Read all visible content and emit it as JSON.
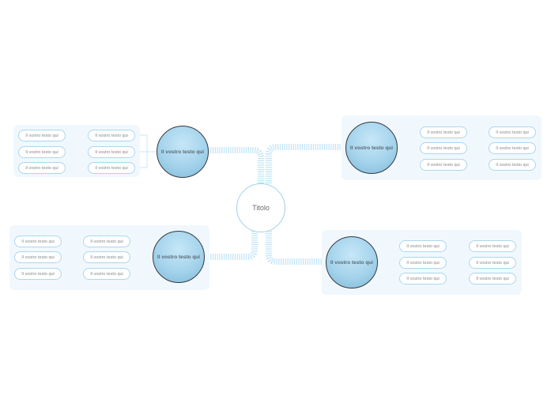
{
  "central": {
    "label": "Titolo"
  },
  "branches": [
    {
      "id": "top-left",
      "topic": "Il vostro testo qui",
      "children": [
        {
          "label": "Il vostro testo qui",
          "sub": "Il vostro testo qui"
        },
        {
          "label": "Il vostro testo qui",
          "sub": "Il vostro testo qui"
        },
        {
          "label": "Il vostro testo qui",
          "sub": "Il vostro testo qui"
        }
      ]
    },
    {
      "id": "top-right",
      "topic": "Il vostro testo qui",
      "children": [
        {
          "label": "Il vostro testo qui",
          "sub": "Il vostro testo qui"
        },
        {
          "label": "Il vostro testo qui",
          "sub": "Il vostro testo qui"
        },
        {
          "label": "Il vostro testo qui",
          "sub": "Il vostro testo qui"
        }
      ]
    },
    {
      "id": "bottom-left",
      "topic": "Il vostro testo qui",
      "children": [
        {
          "label": "Il vostro testo qui",
          "sub": "Il vostro testo qui"
        },
        {
          "label": "Il vostro testo qui",
          "sub": "Il vostro testo qui"
        },
        {
          "label": "Il vostro testo qui",
          "sub": "Il vostro testo qui"
        }
      ]
    },
    {
      "id": "bottom-right",
      "topic": "Il vostro testo qui",
      "children": [
        {
          "label": "Il vostro testo qui",
          "sub": "Il vostro testo qui"
        },
        {
          "label": "Il vostro testo qui",
          "sub": "Il vostro testo qui"
        },
        {
          "label": "Il vostro testo qui",
          "sub": "Il vostro testo qui"
        }
      ]
    }
  ],
  "colors": {
    "connector": "#bfe3f5",
    "pill_border": "#a9d7ee",
    "panel": "#f1f8fd",
    "topic_fill": "#a4d3ec",
    "topic_border": "#333a40"
  }
}
